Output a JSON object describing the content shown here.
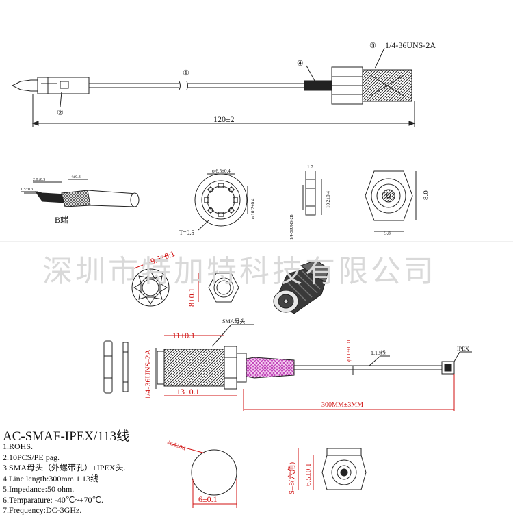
{
  "top_view": {
    "thread_label": "1/4-36UNS-2A",
    "callout_1": "①",
    "callout_2": "②",
    "callout_3": "③",
    "callout_4": "④",
    "length_dim": "120±2"
  },
  "b_end": {
    "dim_a": "2.0±0.3",
    "dim_b": "4±0.3",
    "dim_c": "1.5±0.3",
    "label": "B端"
  },
  "washer_view": {
    "outer_dia": "ϕ 6.5±0.4",
    "inner_dia": "ϕ 10.2±0.4",
    "thickness": "T=0.5"
  },
  "nut_side_view": {
    "width": "1.7",
    "height": "10.2±0.4",
    "thread": "1/4-36UNS-2B"
  },
  "hex_front_view": {
    "height": "8.0",
    "width": "5.8"
  },
  "watermark": "深圳市特加特科技有限公司",
  "small_views": {
    "lock_washer_dia": "9.5±0.1",
    "hex_nut_height": "8±0.1"
  },
  "assembly": {
    "head_label": "SMA母头",
    "thread_len": "11±0.1",
    "thread_label": "1/4-36UNS-2A",
    "body_len": "13±0.1",
    "cable_dia": "ϕ1.13±0.01",
    "cable_label": "1.13线",
    "ipex_label": "IPEX",
    "total_len": "300MM±3MM"
  },
  "bottom_views": {
    "circle_dia": "ϕ6.5±0.1",
    "width_dim": "6±0.1",
    "hex_dim": "S=8(六角)",
    "dia_dim": "6.5±0.1"
  },
  "spec": {
    "title": "AC-SMAF-IPEX/113线",
    "notes": [
      "1.ROHS.",
      "2.10PCS/PE pag.",
      "3.SMA母头（外螺带孔）+IPEX头.",
      "4.Line length:300mm 1.13线",
      "5.Impedance:50 ohm.",
      "6.Temparature: -40℃~+70℃.",
      "7.Frequency:DC-3GHz."
    ]
  }
}
